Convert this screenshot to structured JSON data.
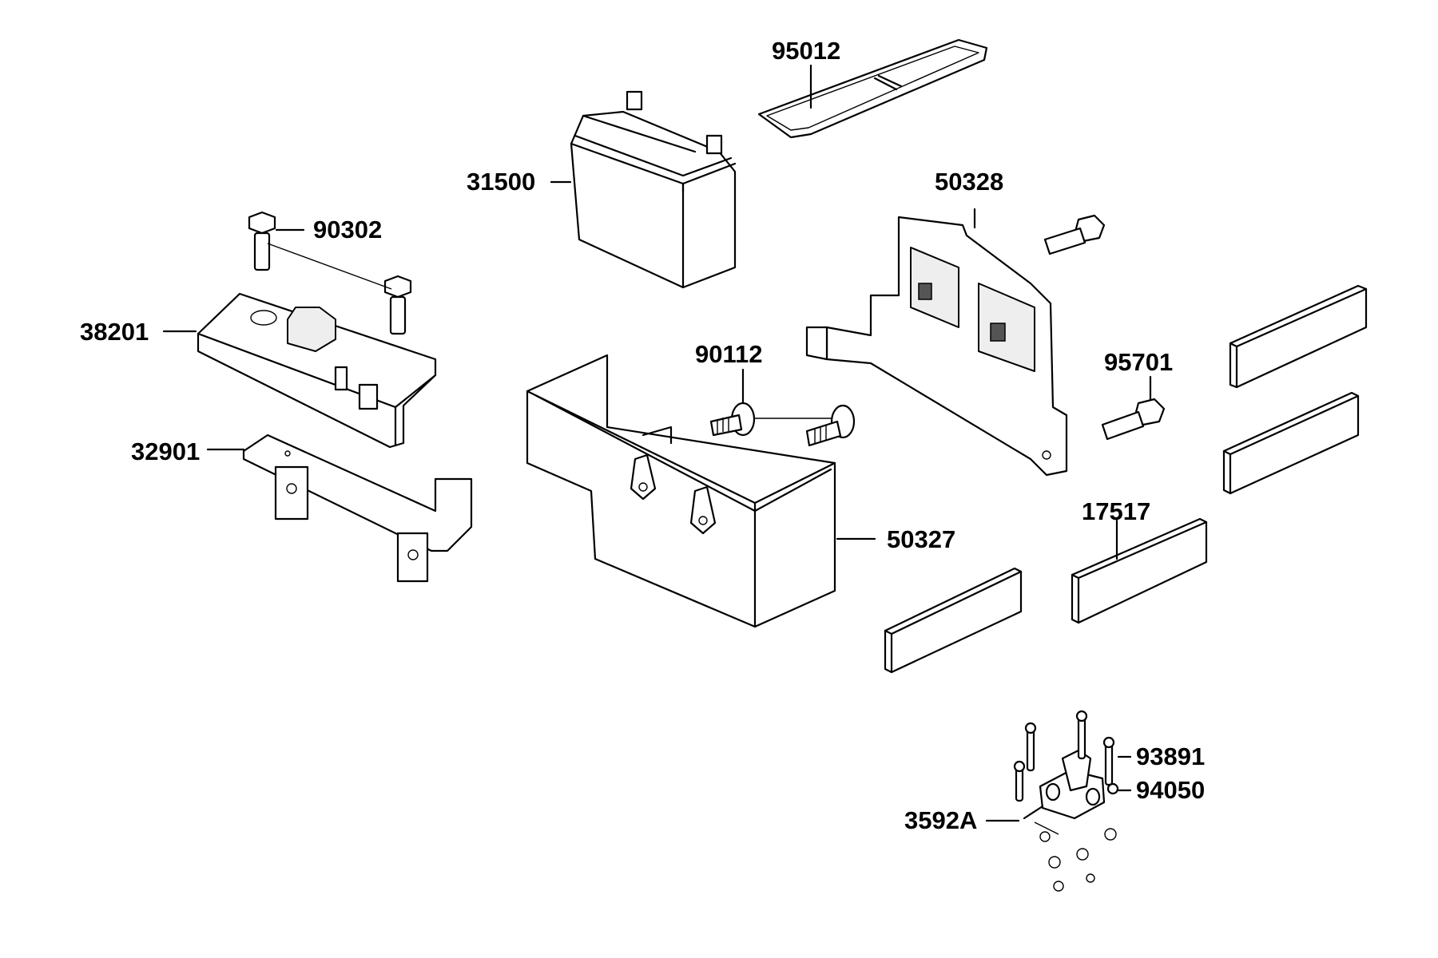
{
  "diagram": {
    "parts": [
      {
        "id": "p95012",
        "label": "95012"
      },
      {
        "id": "p31500",
        "label": "31500"
      },
      {
        "id": "p50328",
        "label": "50328"
      },
      {
        "id": "p90302",
        "label": "90302"
      },
      {
        "id": "p38201",
        "label": "38201"
      },
      {
        "id": "p90112",
        "label": "90112"
      },
      {
        "id": "p95701",
        "label": "95701"
      },
      {
        "id": "p32901",
        "label": "32901"
      },
      {
        "id": "p17517",
        "label": "17517"
      },
      {
        "id": "p50327",
        "label": "50327"
      },
      {
        "id": "p93891",
        "label": "93891"
      },
      {
        "id": "p94050",
        "label": "94050"
      },
      {
        "id": "p3592A",
        "label": "3592A"
      }
    ]
  }
}
